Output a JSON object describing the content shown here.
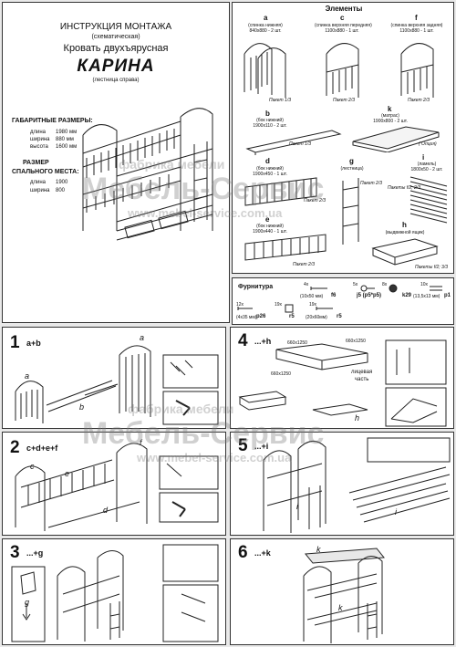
{
  "title": {
    "line1": "ИНСТРУКЦИЯ МОНТАЖА",
    "line2": "(схематическая)",
    "line3": "Кровать двухъярусная",
    "product": "КАРИНА",
    "ladder": "(лестница справа)"
  },
  "dimensions": {
    "heading": "ГАБАРИТНЫЕ РАЗМЕРЫ:",
    "rows": [
      {
        "label": "длина",
        "value": "1980 мм"
      },
      {
        "label": "ширина",
        "value": "880 мм"
      },
      {
        "label": "высота",
        "value": "1600 мм"
      }
    ]
  },
  "sleep": {
    "heading1": "РАЗМЕР",
    "heading2": "СПАЛЬНОГО МЕСТА:",
    "rows": [
      {
        "label": "длина",
        "value": "1900"
      },
      {
        "label": "ширина",
        "value": "800"
      }
    ]
  },
  "elements": {
    "heading": "Элементы",
    "a": {
      "letter": "a",
      "name": "(спинка нижняя)",
      "size": "840x880 - 2 шт.",
      "pack": "Пакет 1/3"
    },
    "c": {
      "letter": "c",
      "name": "(спинка верхняя передняя)",
      "size": "1100x880 - 1 шт.",
      "pack": "Пакет 2/3"
    },
    "f": {
      "letter": "f",
      "name": "(спинка верхняя задняя)",
      "size": "1100x880 - 1 шт.",
      "pack": "Пакет 2/3"
    },
    "b": {
      "letter": "b",
      "name": "(бок нижний)",
      "size": "1900x110 - 2 шт.",
      "pack": "Пакет 1/3"
    },
    "k": {
      "letter": "k",
      "name": "(матрас)",
      "size": "1900x800 - 2 шт.",
      "extra": "( Опция)"
    },
    "d": {
      "letter": "d",
      "name": "(бок нижний)",
      "size": "1900x450 - 1 шт.",
      "pack": "Пакет 2/3"
    },
    "g": {
      "letter": "g",
      "name": "(лестница)",
      "pack": "Пакет 2/3"
    },
    "i": {
      "letter": "i",
      "name": "(ламель)",
      "size": "1800x50 - 2 шт.",
      "pack": "Пакеты f/2; 2/3"
    },
    "e": {
      "letter": "e",
      "name": "(бок нижний)",
      "size": "1900x440 - 1 шт.",
      "pack": "Пакет 2/3"
    },
    "h": {
      "letter": "h",
      "name": "(выдвижной ящик)",
      "pack": "Пакеты f/2; 3/3"
    }
  },
  "hardware": {
    "heading": "Фурнитура",
    "items": [
      {
        "qty": "4x",
        "spec": "(10x50 мм)",
        "code": "f6"
      },
      {
        "qty": "5x",
        "spec": "",
        "code": "j5 (p5*p5)"
      },
      {
        "qty": "8x",
        "spec": "",
        "code": "k29"
      },
      {
        "qty": "10x",
        "spec": "(13,5x13 мм)",
        "code": "p1"
      },
      {
        "qty": "12x",
        "spec": "(4x35 мм)",
        "code": "p26"
      },
      {
        "qty": "19x",
        "spec": "",
        "code": "r5"
      },
      {
        "qty": "19x",
        "spec": "(20x60мм)",
        "code": "r5"
      }
    ]
  },
  "steps": [
    {
      "num": "1",
      "label": "a+b"
    },
    {
      "num": "2",
      "label": "c+d+e+f"
    },
    {
      "num": "3",
      "label": "...+g"
    },
    {
      "num": "4",
      "label": "...+h"
    },
    {
      "num": "5",
      "label": "...+i"
    },
    {
      "num": "6",
      "label": "...+k"
    }
  ],
  "step4": {
    "sizes": [
      "660x1250",
      "660x1250",
      "660x1250"
    ],
    "front": "лицевая",
    "front2": "часть"
  },
  "watermark": {
    "a": "фабрика мебели",
    "b": "Мебель-Сервис",
    "c": "www.mebel-service.com.ua"
  }
}
